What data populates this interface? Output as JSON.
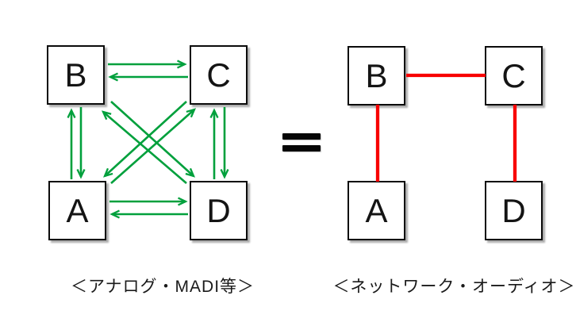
{
  "page": {
    "background": "#ffffff",
    "description": "Comparison of audio connection topologies: full mesh of bidirectional links versus network daisy chain"
  },
  "left_diagram": {
    "caption": "＜アナログ・MADI等＞",
    "link_color": "#00a03c",
    "link_style": "paired one-way arrows (bidirectional point-to-point)",
    "nodes": [
      {
        "id": "B",
        "label": "B"
      },
      {
        "id": "C",
        "label": "C"
      },
      {
        "id": "A",
        "label": "A"
      },
      {
        "id": "D",
        "label": "D"
      }
    ],
    "links": [
      {
        "from": "B",
        "to": "C"
      },
      {
        "from": "C",
        "to": "B"
      },
      {
        "from": "A",
        "to": "B"
      },
      {
        "from": "B",
        "to": "A"
      },
      {
        "from": "D",
        "to": "C"
      },
      {
        "from": "C",
        "to": "D"
      },
      {
        "from": "A",
        "to": "D"
      },
      {
        "from": "D",
        "to": "A"
      },
      {
        "from": "B",
        "to": "D"
      },
      {
        "from": "D",
        "to": "B"
      },
      {
        "from": "A",
        "to": "C"
      },
      {
        "from": "C",
        "to": "A"
      }
    ]
  },
  "equals": {
    "symbol": "="
  },
  "right_diagram": {
    "caption": "＜ネットワーク・オーディオ＞",
    "link_color": "#f80000",
    "link_style": "plain cables (daisy chain)",
    "nodes": [
      {
        "id": "B",
        "label": "B"
      },
      {
        "id": "C",
        "label": "C"
      },
      {
        "id": "A",
        "label": "A"
      },
      {
        "id": "D",
        "label": "D"
      }
    ],
    "links": [
      {
        "from": "B",
        "to": "C"
      },
      {
        "from": "B",
        "to": "A"
      },
      {
        "from": "C",
        "to": "D"
      }
    ]
  }
}
